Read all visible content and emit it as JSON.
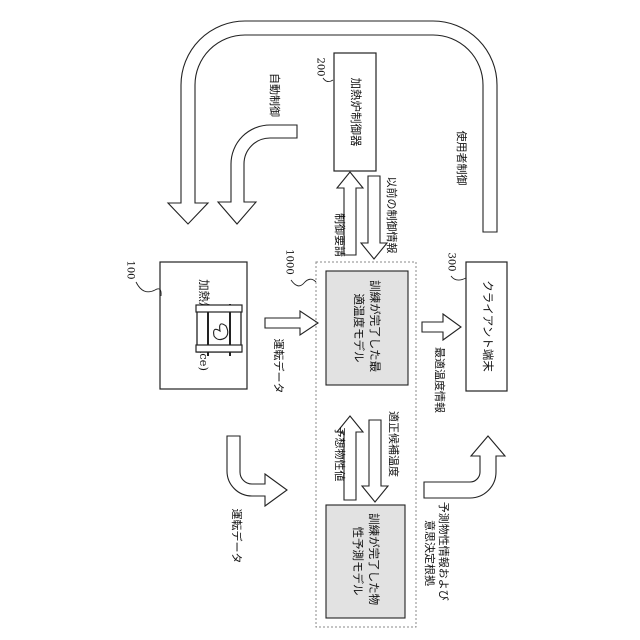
{
  "labels": {
    "furnace_num": "100",
    "furnace_box": "加熱炉(Furnace)",
    "controller_num": "200",
    "controller_box": "加熱炉制御器",
    "client_num": "300",
    "client_box": "クライアント端末",
    "system_num": "1000",
    "optimal_model": "訓練が完了した最適温度モデル",
    "property_model": "訓練が完了した物性予測モデル",
    "auto_control": "自動制御",
    "user_control": "使用者制御",
    "control_request": "制御要請",
    "previous_control_info": "以前の制御情報",
    "operation_data_top": "運転データ",
    "operation_data_bottom": "運転データ",
    "optimal_temp_info": "最適温度情報",
    "predicted_property": "予想物性値",
    "proper_candidate_temp": "適正候補温度",
    "predicted_info_basis": "予測物性情報および意思決定根拠"
  },
  "colors": {
    "stroke": "#222222",
    "model_fill": "#e2e2e2",
    "dashed_border": "#888888"
  }
}
